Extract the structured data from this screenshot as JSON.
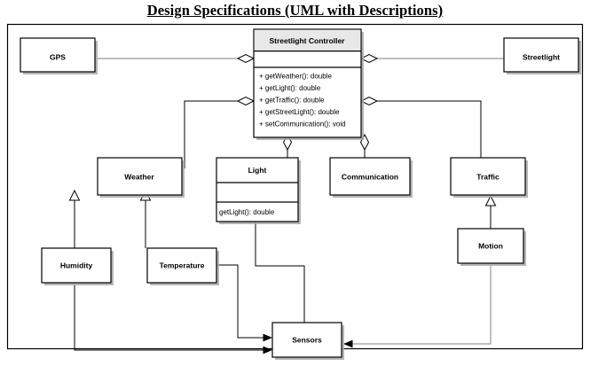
{
  "title": "Design Specifications (UML with Descriptions)",
  "diagram": {
    "type": "uml-class-diagram",
    "classes": {
      "controller": {
        "name": "Streetlight Controller",
        "attributes": [],
        "methods": [
          "+ getWeather(): double",
          "+ getLight(): double",
          "+ getTraffic(): double",
          "+ getStreetLight(): double",
          "+ setCommunication(): void"
        ]
      },
      "light": {
        "name": "Light",
        "attributes": [],
        "methods": [
          "getLight(): double"
        ]
      },
      "gps": {
        "name": "GPS"
      },
      "streetlight": {
        "name": "Streetlight"
      },
      "weather": {
        "name": "Weather"
      },
      "communication": {
        "name": "Communication"
      },
      "traffic": {
        "name": "Traffic"
      },
      "humidity": {
        "name": "Humidity"
      },
      "temperature": {
        "name": "Temperature"
      },
      "motion": {
        "name": "Motion"
      },
      "sensors": {
        "name": "Sensors"
      }
    },
    "relationships": [
      {
        "from": "gps",
        "to": "controller",
        "kind": "aggregation"
      },
      {
        "from": "streetlight",
        "to": "controller",
        "kind": "aggregation"
      },
      {
        "from": "weather",
        "to": "controller",
        "kind": "aggregation"
      },
      {
        "from": "communication",
        "to": "controller",
        "kind": "aggregation"
      },
      {
        "from": "traffic",
        "to": "controller",
        "kind": "aggregation"
      },
      {
        "from": "light",
        "to": "controller",
        "kind": "aggregation"
      },
      {
        "from": "humidity",
        "to": "weather",
        "kind": "generalization"
      },
      {
        "from": "temperature",
        "to": "weather",
        "kind": "generalization"
      },
      {
        "from": "motion",
        "to": "traffic",
        "kind": "generalization"
      },
      {
        "from": "humidity",
        "to": "sensors",
        "kind": "directed-association"
      },
      {
        "from": "temperature",
        "to": "sensors",
        "kind": "directed-association"
      },
      {
        "from": "light",
        "to": "sensors",
        "kind": "directed-association"
      },
      {
        "from": "motion",
        "to": "sensors",
        "kind": "directed-association"
      }
    ],
    "colors": {
      "border": "#000000",
      "background": "#ffffff",
      "header_fill": "#e8e8e8",
      "shadow": "#a9a9a9",
      "connector": "#000000"
    }
  }
}
